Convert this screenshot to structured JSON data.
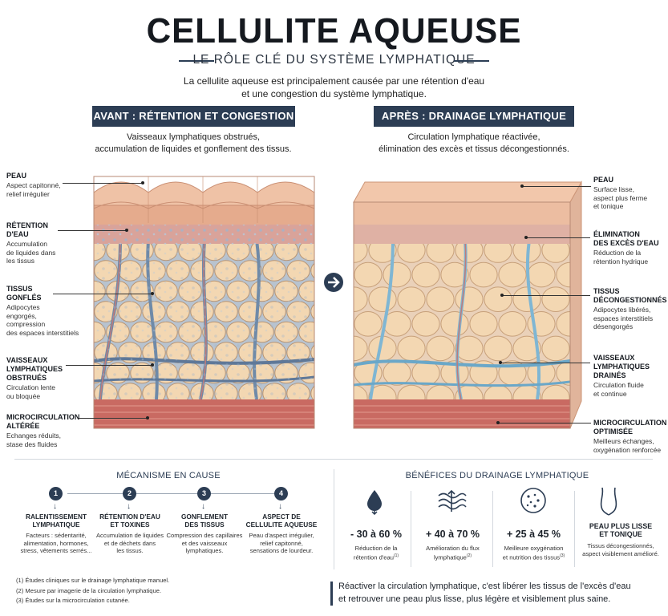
{
  "header": {
    "title": "CELLULITE AQUEUSE",
    "subtitle": "LE RÔLE CLÉ DU SYSTÈME LYMPHATIQUE",
    "intro_line1": "La cellulite aqueuse est principalement causée par une rétention d'eau",
    "intro_line2": "et une congestion du système lymphatique."
  },
  "before": {
    "banner": "AVANT : RÉTENTION ET CONGESTION",
    "caption_line1": "Vaisseaux lymphatiques obstrués,",
    "caption_line2": "accumulation de liquides et gonflement des tissus.",
    "labels": [
      {
        "title1": "PEAU",
        "title2": "",
        "desc1": "Aspect capitonné,",
        "desc2": "relief irrégulier",
        "desc3": "",
        "desc4": ""
      },
      {
        "title1": "RÉTENTION",
        "title2": "D'EAU",
        "desc1": "Accumulation",
        "desc2": "de liquides dans",
        "desc3": "les tissus",
        "desc4": ""
      },
      {
        "title1": "TISSUS",
        "title2": "GONFLÉS",
        "desc1": "Adipocytes",
        "desc2": "engorgés,",
        "desc3": "compression",
        "desc4": "des espaces interstitiels"
      },
      {
        "title1": "VAISSEAUX",
        "title2": "LYMPHATIQUES OBSTRUÉS",
        "desc1": "Circulation lente",
        "desc2": "ou bloquée",
        "desc3": "",
        "desc4": ""
      },
      {
        "title1": "MICROCIRCULATION",
        "title2": "ALTÉRÉE",
        "desc1": "Echanges réduits,",
        "desc2": "stase des fluides",
        "desc3": "",
        "desc4": ""
      }
    ]
  },
  "after": {
    "banner": "APRÈS : DRAINAGE LYMPHATIQUE",
    "caption_line1": "Circulation lymphatique réactivée,",
    "caption_line2": "élimination des excès et tissus décongestionnés.",
    "labels": [
      {
        "title1": "PEAU",
        "title2": "",
        "desc1": "Surface lisse,",
        "desc2": "aspect plus ferme",
        "desc3": "et tonique"
      },
      {
        "title1": "ÉLIMINATION",
        "title2": "DES EXCÈS D'EAU",
        "desc1": "Réduction de la",
        "desc2": "rétention hydrique",
        "desc3": ""
      },
      {
        "title1": "TISSUS",
        "title2": "DÉCONGESTIONNÉS",
        "desc1": "Adipocytes libérés,",
        "desc2": "espaces interstitiels",
        "desc3": "désengorgés"
      },
      {
        "title1": "VAISSEAUX",
        "title2": "LYMPHATIQUES DRAINÉS",
        "desc1": "Circulation fluide",
        "desc2": "et continue",
        "desc3": ""
      },
      {
        "title1": "MICROCIRCULATION",
        "title2": "OPTIMISÉE",
        "desc1": "Meilleurs échanges,",
        "desc2": "oxygénation renforcée",
        "desc3": ""
      }
    ]
  },
  "mechanism": {
    "title": "MÉCANISME EN CAUSE",
    "steps": [
      {
        "num": "1",
        "t1": "RALENTISSEMENT",
        "t2": "LYMPHATIQUE",
        "d1": "Facteurs : sédentarité,",
        "d2": "alimentation, hormones,",
        "d3": "stress, vêtements serrés..."
      },
      {
        "num": "2",
        "t1": "RÉTENTION D'EAU",
        "t2": "ET TOXINES",
        "d1": "Accumulation de liquides",
        "d2": "et de déchets dans",
        "d3": "les tissus."
      },
      {
        "num": "3",
        "t1": "GONFLEMENT",
        "t2": "DES TISSUS",
        "d1": "Compression des capillaires",
        "d2": "et des vaisseaux",
        "d3": "lymphatiques."
      },
      {
        "num": "4",
        "t1": "ASPECT DE",
        "t2": "CELLULITE AQUEUSE",
        "d1": "Peau d'aspect irrégulier,",
        "d2": "relief capitonné,",
        "d3": "sensations de lourdeur."
      }
    ]
  },
  "benefits": {
    "title": "BÉNÉFICES DU DRAINAGE LYMPHATIQUE",
    "items": [
      {
        "icon": "water-drop-icon",
        "value": "- 30 à 60 %",
        "d1": "Réduction de la",
        "d2": "rétention d'eau",
        "sup": "(1)"
      },
      {
        "icon": "lymph-flow-icon",
        "value": "+ 40 à 70 %",
        "d1": "Amélioration du flux",
        "d2": "lymphatique",
        "sup": "(2)"
      },
      {
        "icon": "oxygen-cells-icon",
        "value": "+ 25 à 45 %",
        "d1": "Meilleure oxygénation",
        "d2": "et nutrition des tissus",
        "sup": "(3)"
      },
      {
        "icon": "silhouette-icon",
        "value": "",
        "t1": "PEAU PLUS LISSE",
        "t2": "ET TONIQUE",
        "d1": "Tissus décongestionnés,",
        "d2": "aspect visiblement amélioré.",
        "sup": ""
      }
    ]
  },
  "footnotes": [
    "(1) Études cliniques sur le drainage lymphatique manuel.",
    "(2) Mesure par imagerie de la circulation lymphatique.",
    "(3) Études sur la microcirculation cutanée."
  ],
  "conclusion": {
    "line1": "Réactiver la circulation lymphatique, c'est libérer les tissus de l'excès d'eau",
    "line2": "et retrouver une peau plus lisse, plus légère et visiblement plus saine."
  },
  "colors": {
    "navy": "#2c3d54",
    "skin": "#eab99d",
    "fat": "#f3d7b2",
    "lymph_blocked": "#6f8aa8",
    "lymph_drained": "#7fb6d3",
    "muscle": "#c96a62"
  }
}
